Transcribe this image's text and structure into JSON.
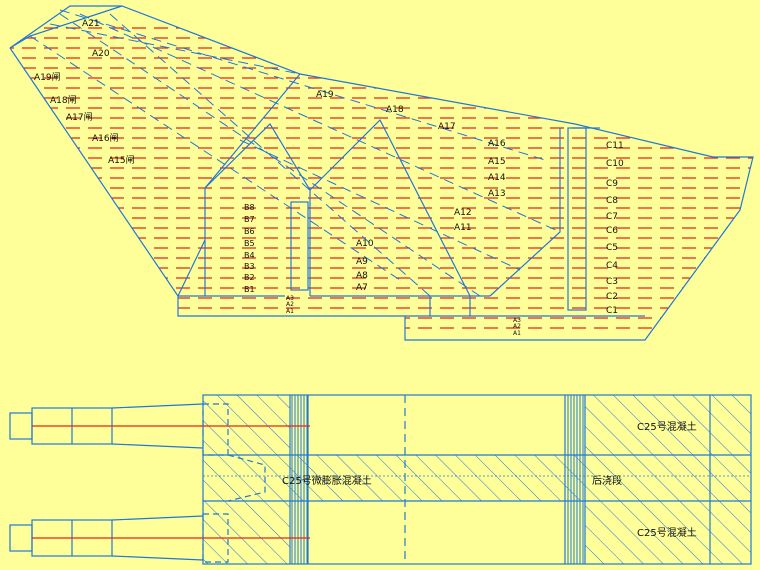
{
  "colors": {
    "background": "#FFFF99",
    "outline": "#1E78D7",
    "lift_lines": "#E8241C",
    "text": "#111111"
  },
  "upper_labels": {
    "left": [
      "A21",
      "A20",
      "A19闸",
      "A18闸",
      "A17闸",
      "A16闸",
      "A15闸"
    ],
    "top": [
      "A19",
      "A18",
      "A17"
    ],
    "right_slope": [
      "A16",
      "A15",
      "A14",
      "A13",
      "A12",
      "A11"
    ],
    "middle": [
      "A10",
      "A9",
      "A8",
      "A7"
    ],
    "pier": [
      "B8",
      "B7",
      "B6",
      "B5",
      "B4",
      "B3",
      "B2",
      "B1"
    ],
    "bottom_a": [
      "A3",
      "A2",
      "A1"
    ],
    "bottom_b": [
      "A3",
      "A2",
      "A1"
    ],
    "c_column": [
      "C11",
      "C10",
      "C9",
      "C8",
      "C7",
      "C6",
      "C5",
      "C4",
      "C3",
      "C2",
      "C1"
    ]
  },
  "lower_labels": {
    "top_right": "C25号混凝土",
    "middle_left": "C25号微膨胀混凝土",
    "middle_right": "后浇段",
    "bottom_right": "C25号混凝土"
  }
}
